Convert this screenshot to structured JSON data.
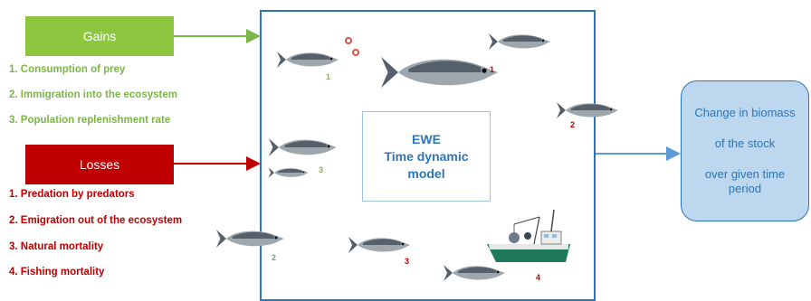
{
  "gains": {
    "title": "Gains",
    "items": [
      "1. Consumption of prey",
      "2. Immigration into the ecosystem",
      "3. Population replenishment rate"
    ]
  },
  "losses": {
    "title": "Losses",
    "items": [
      "1. Predation by predators",
      "2. Emigration out of the ecosystem",
      "3. Natural mortality",
      "4. Fishing mortality"
    ]
  },
  "model": {
    "line1": "EWE",
    "line2": "Time dynamic",
    "line3": "model"
  },
  "result": {
    "line1": "Change in biomass",
    "line2": "of the stock",
    "line3": "over given time",
    "line4": "period"
  },
  "markers": {
    "gain_prey": "1",
    "loss_predator": "1",
    "loss_emigration": "2",
    "gain_replenish": "3",
    "gain_immigration": "2",
    "loss_natural": "3",
    "loss_fishing": "4"
  },
  "colors": {
    "gains": "#8dc63f",
    "losses": "#c00000",
    "model_text": "#2e75b6",
    "result_fill": "#bdd7ee"
  }
}
